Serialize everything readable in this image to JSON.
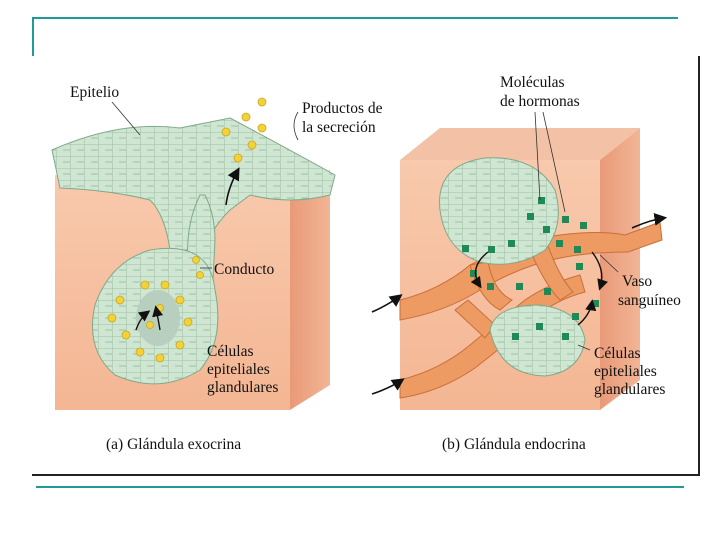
{
  "colors": {
    "teal_rule": "#1f9a96",
    "tissue_pink": "#f2b08e",
    "cells_green": "#cfe6d2",
    "secretion_yellow": "#f2d23a",
    "vessel_orange": "#ee9a63",
    "hormone_green": "#1f8a55"
  },
  "labels": {
    "epitelio": "Epitelio",
    "productos_l1": "Productos de",
    "productos_l2": "la secreción",
    "conducto": "Conducto",
    "celulas_a_l1": "Células",
    "celulas_a_l2": "epiteliales",
    "celulas_a_l3": "glandulares",
    "moleculas_l1": "Moléculas",
    "moleculas_l2": "de hormonas",
    "vaso_l1": "Vaso",
    "vaso_l2": "sanguíneo",
    "celulas_b_l1": "Células",
    "celulas_b_l2": "epiteliales",
    "celulas_b_l3": "glandulares",
    "caption_a": "(a) Glándula exocrina",
    "caption_b": "(b) Glándula endocrina"
  }
}
